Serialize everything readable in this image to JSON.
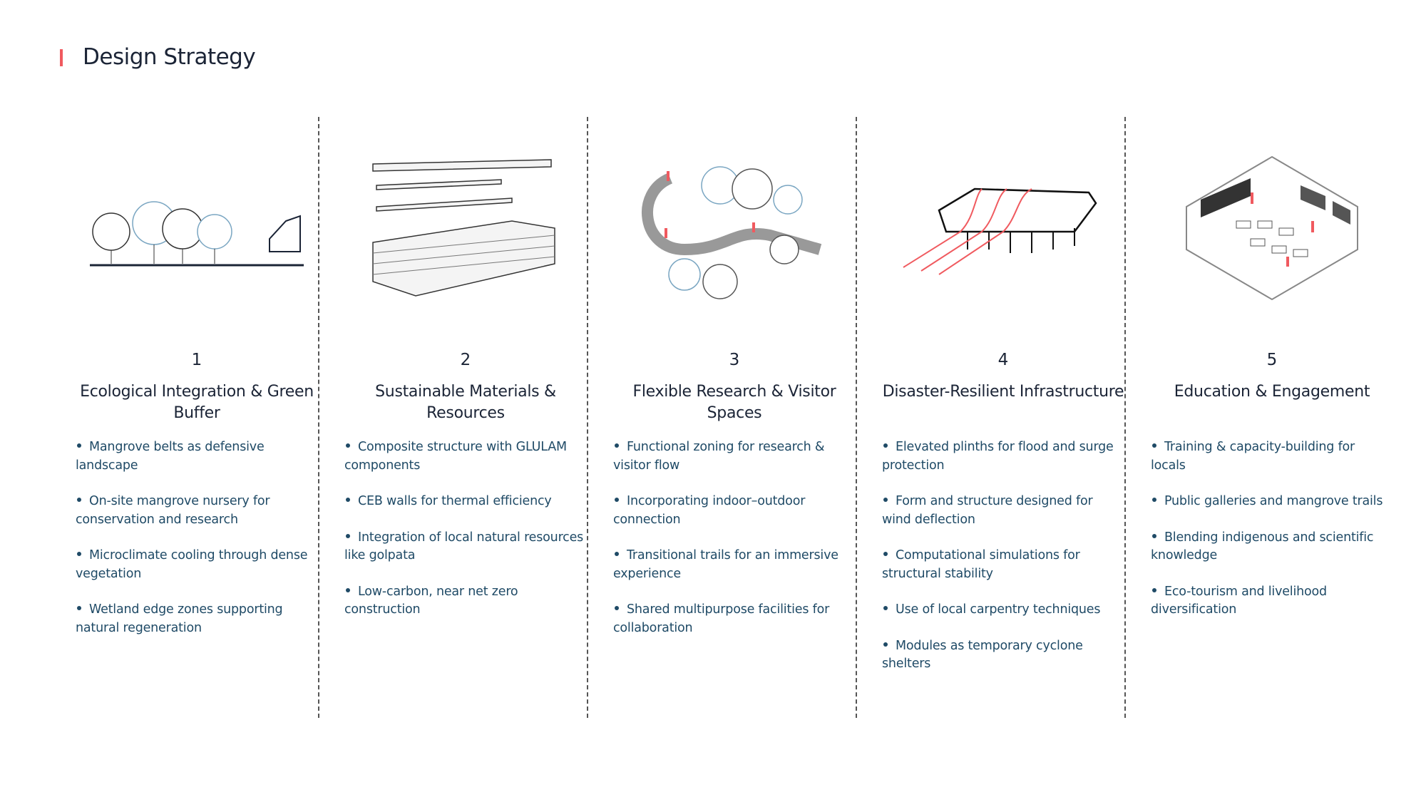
{
  "title": "Design Strategy",
  "colors": {
    "accent": "#f05a5f",
    "heading": "#1b2436",
    "body": "#1f4a66"
  },
  "columns": [
    {
      "number": "1",
      "heading": "Ecological Integration & Green Buffer",
      "icon": "trees-and-pavilion-icon",
      "bullets": [
        "Mangrove belts as defensive landscape",
        "On-site mangrove nursery for conservation and research",
        "Microclimate cooling through dense vegetation",
        "Wetland edge zones supporting natural regeneration"
      ]
    },
    {
      "number": "2",
      "heading": "Sustainable Materials & Resources",
      "icon": "glulam-timber-icon",
      "bullets": [
        "Composite structure with GLULAM components",
        "CEB walls for thermal efficiency",
        "Integration of local natural resources like golpata",
        "Low-carbon, near net zero construction"
      ]
    },
    {
      "number": "3",
      "heading": "Flexible Research & Visitor Spaces",
      "icon": "trail-loop-icon",
      "bullets": [
        "Functional zoning for research & visitor flow",
        "Incorporating indoor–outdoor connection",
        "Transitional trails for an immersive experience",
        "Shared multipurpose facilities for collaboration"
      ]
    },
    {
      "number": "4",
      "heading": "Disaster-Resilient Infrastructure",
      "icon": "wind-deflection-structure-icon",
      "bullets": [
        "Elevated plinths for flood and surge protection",
        "Form and structure designed for wind deflection",
        "Computational simulations for structural stability",
        "Use of local carpentry techniques",
        "Modules as temporary cyclone shelters"
      ]
    },
    {
      "number": "5",
      "heading": "Education & Engagement",
      "icon": "classroom-icon",
      "bullets": [
        "Training & capacity-building for locals",
        "Public galleries and mangrove trails",
        "Blending indigenous and scientific knowledge",
        "Eco-tourism and livelihood diversification"
      ]
    }
  ]
}
